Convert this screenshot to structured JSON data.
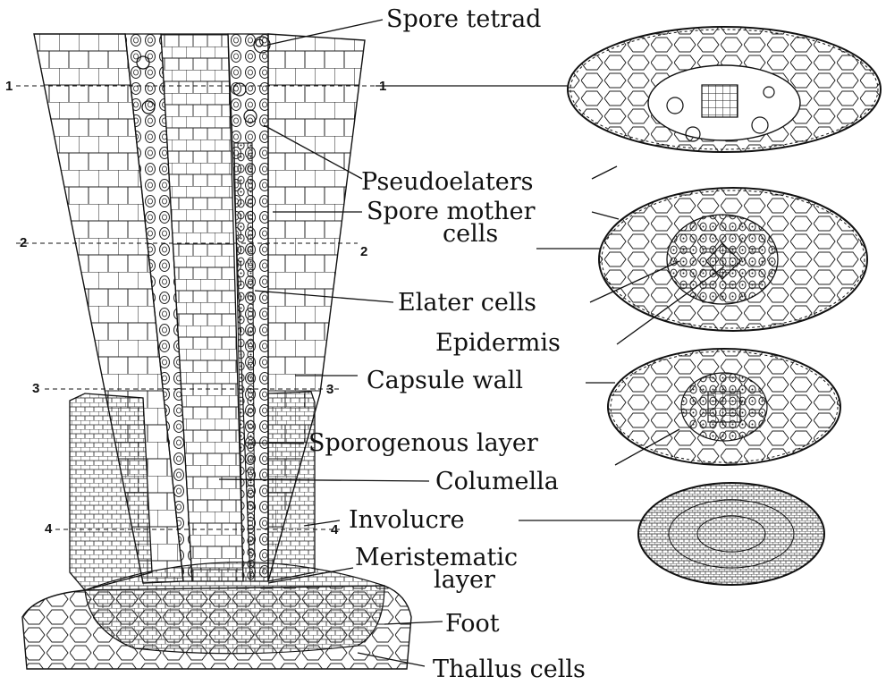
{
  "labels": {
    "spore_tetrad": "Spore tetrad",
    "pseudoelaters": "Pseudoelaters",
    "spore_mother_line1": "Spore mother",
    "spore_mother_line2": "cells",
    "elater_cells": "Elater cells",
    "epidermis": "Epidermis",
    "capsule_wall": "Capsule wall",
    "sporogenous_layer": "Sporogenous layer",
    "columella": "Columella",
    "involucre": "Involucre",
    "meristematic_line1": "Meristematic",
    "meristematic_line2": "layer",
    "foot": "Foot",
    "thallus_cells": "Thallus cells"
  },
  "level_markers": [
    "1",
    "2",
    "3",
    "4"
  ]
}
